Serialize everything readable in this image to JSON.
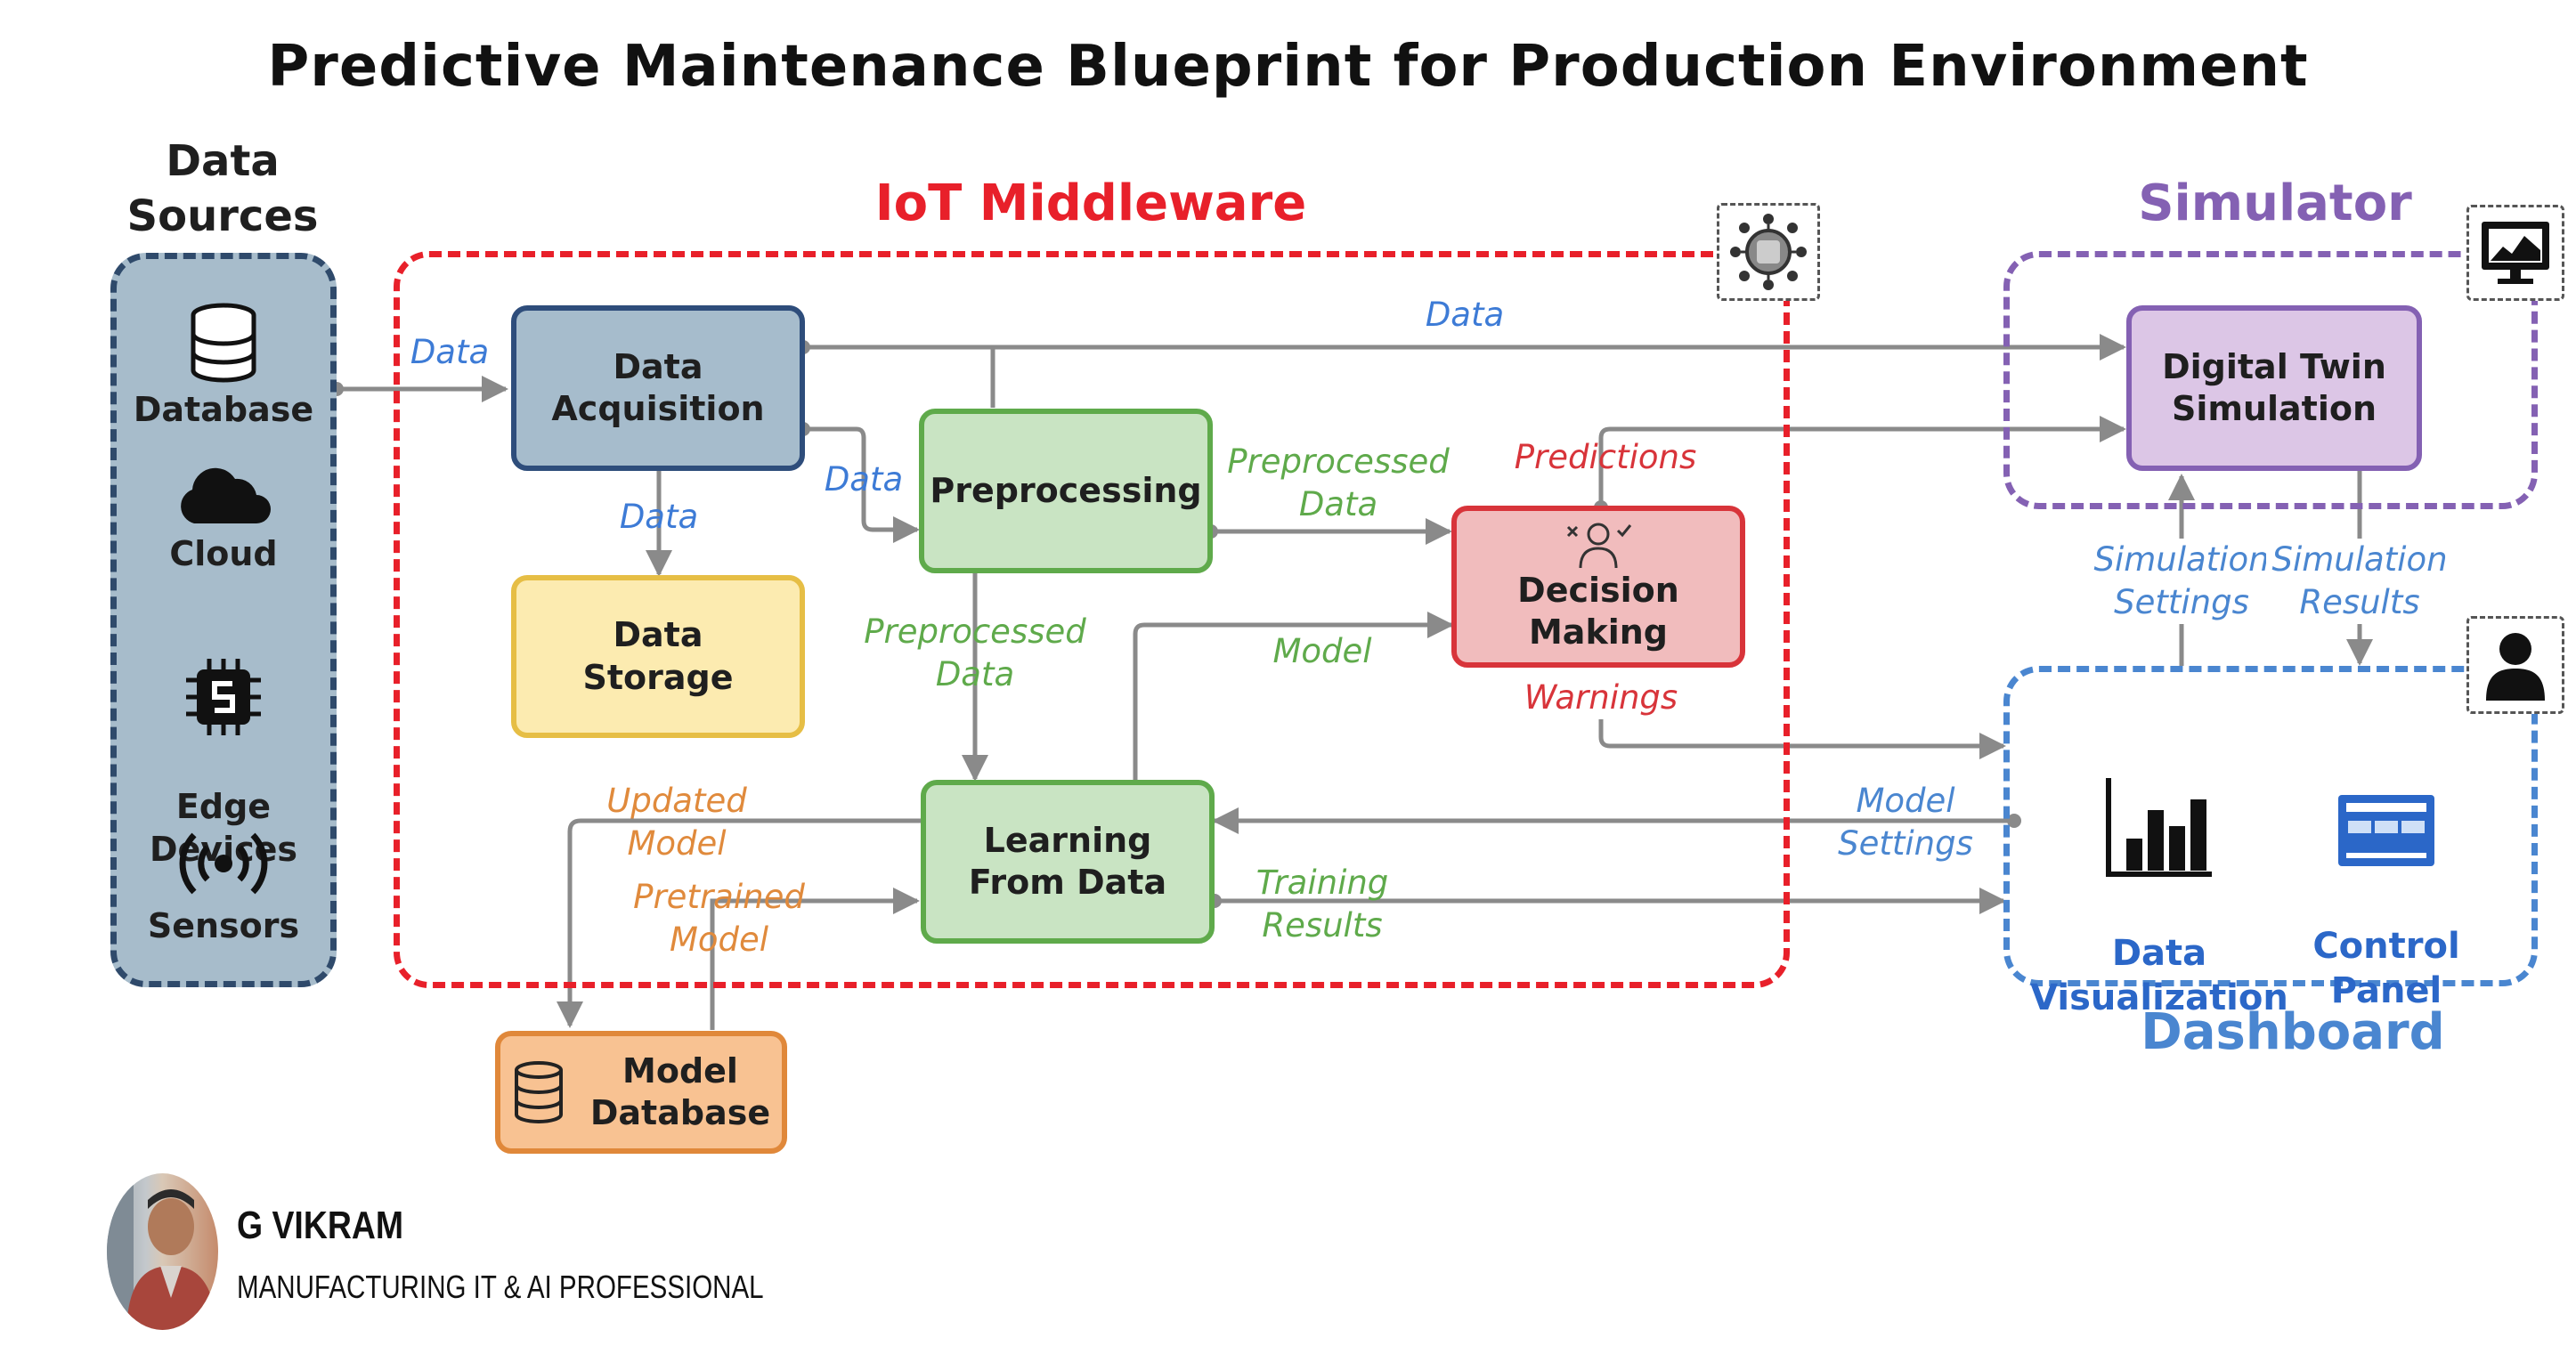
{
  "title": "Predictive Maintenance Blueprint for Production Environment",
  "regions": {
    "data_sources": "Data\nSources",
    "iot_middleware": "IoT Middleware",
    "simulator": "Simulator",
    "dashboard": "Dashboard"
  },
  "sources": [
    "Database",
    "Cloud",
    "Edge\nDevices",
    "Sensors"
  ],
  "nodes": {
    "data_acquisition": "Data\nAcquisition",
    "preprocessing": "Preprocessing",
    "data_storage": "Data\nStorage",
    "decision_making": "Decision\nMaking",
    "learning_from_data": "Learning\nFrom Data",
    "model_database": "Model\nDatabase",
    "digital_twin": "Digital Twin\nSimulation",
    "data_visualization": "Data\nVisualization",
    "control_panel": "Control\nPanel"
  },
  "edges": {
    "data_in": "Data",
    "data_top": "Data",
    "data_to_pre": "Data",
    "data_to_storage": "Data",
    "pre_to_decision": "Preprocessed\nData",
    "pre_to_learning": "Preprocessed\nData",
    "predictions": "Predictions",
    "model": "Model",
    "warnings": "Warnings",
    "updated_model": "Updated\nModel",
    "pretrained_model": "Pretrained\nModel",
    "training_results": "Training\nResults",
    "model_settings": "Model\nSettings",
    "simulation_settings": "Simulation\nSettings",
    "simulation_results": "Simulation\nResults"
  },
  "author": {
    "name": "G VIKRAM",
    "role": "MANUFACTURING IT & AI PROFESSIONAL"
  },
  "colors": {
    "data_blue": "#3d7bd6",
    "middleware_red": "#e8202a",
    "preprocessed_green": "#5faa4b",
    "predictions_red": "#d8343a",
    "updated_orange": "#e08a3c",
    "simulator_purple": "#8461b3",
    "dashboard_blue": "#4a86d0"
  }
}
